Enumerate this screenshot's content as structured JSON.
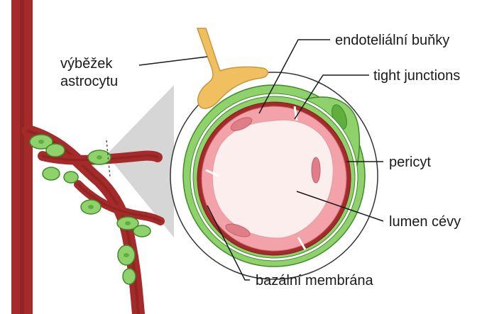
{
  "labels": {
    "astrocyte_line1": "výběžek",
    "astrocyte_line2": "astrocytu",
    "endothelial": "endoteliální buňky",
    "tight_junctions": "tight junctions",
    "pericyte": "pericyt",
    "lumen": "lumen cévy",
    "basement_membrane": "bazální membrána"
  },
  "colors": {
    "vessel": "#a52a2a",
    "vessel_dark": "#7f1d1d",
    "pericyte_green": "#8fd16a",
    "pericyte_dark": "#3f8a2c",
    "endothelium_pink": "#f2a2a8",
    "lumen": "#fdeeee",
    "astrocyte": "#f0c060",
    "zoom_cone": "#c9c9c9"
  }
}
